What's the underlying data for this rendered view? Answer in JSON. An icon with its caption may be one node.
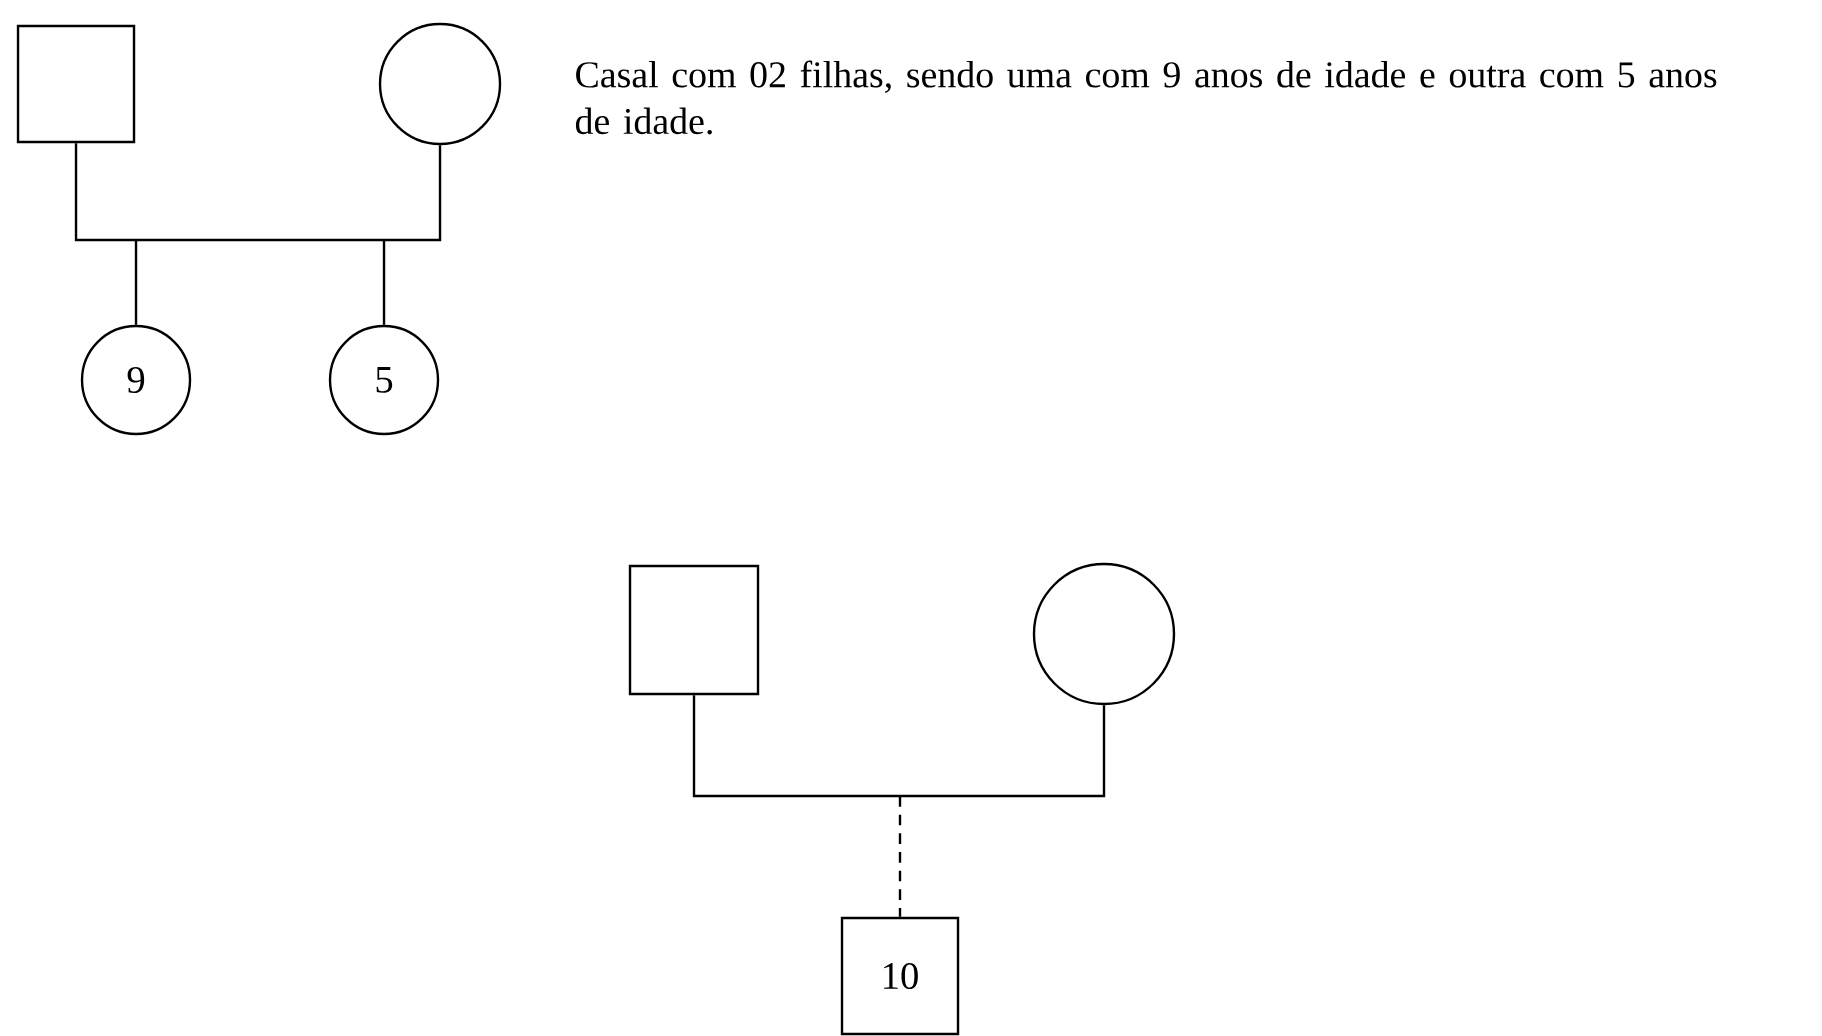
{
  "diagram": {
    "nodes": [
      {
        "text": [],
        "shape": "box"
      },
      {
        "text": [],
        "shape": "circle"
      },
      {
        "text": [
          "9"
        ]
      },
      {
        "text": [
          "5"
        ]
      },
      {
        "text": [],
        "shape": "box"
      },
      {
        "text": [],
        "shape": "circle"
      },
      {
        "text": [
          "10"
        ]
      }
    ],
    "edges": [
      {
        "from": 0,
        "to": 1,
        "arrow": "none"
      },
      {
        "from": null,
        "to": 2,
        "arrow": "none"
      },
      {
        "from": null,
        "to": 3,
        "arrow": "none"
      },
      {
        "from": 4,
        "to": 5,
        "arrow": "none"
      },
      {
        "from": null,
        "to": 6,
        "arrow": "none",
        "style": "dashed"
      }
    ],
    "labels": [
      "Casal com 02 filhas, sendo uma com 9 anos de idade e outra com 5 anos de idade."
    ]
  }
}
